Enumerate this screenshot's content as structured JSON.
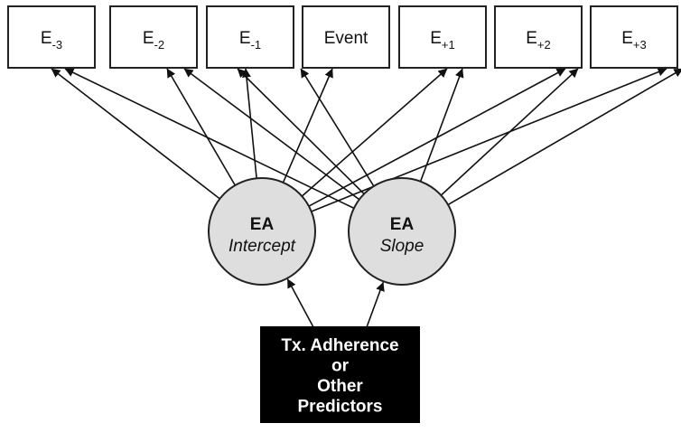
{
  "colors": {
    "line": "#111111",
    "box_fill": "#ffffff",
    "latent_fill": "#dedede",
    "predictor_fill": "#000000",
    "predictor_text": "#ffffff"
  },
  "observed": [
    {
      "id": "e_m3",
      "base": "E",
      "sub": "-3"
    },
    {
      "id": "e_m2",
      "base": "E",
      "sub": "-2"
    },
    {
      "id": "e_m1",
      "base": "E",
      "sub": "-1"
    },
    {
      "id": "event",
      "base": "Event",
      "sub": ""
    },
    {
      "id": "e_p1",
      "base": "E",
      "sub": "+1"
    },
    {
      "id": "e_p2",
      "base": "E",
      "sub": "+2"
    },
    {
      "id": "e_p3",
      "base": "E",
      "sub": "+3"
    }
  ],
  "latent": {
    "intercept": {
      "name": "EA",
      "sub": "Intercept"
    },
    "slope": {
      "name": "EA",
      "sub": "Slope"
    }
  },
  "predictor": {
    "lines": [
      "Tx. Adherence",
      "or",
      "Other",
      "Predictors"
    ]
  },
  "edges": [
    {
      "from": "intercept",
      "to": "e_m3"
    },
    {
      "from": "intercept",
      "to": "e_m2"
    },
    {
      "from": "intercept",
      "to": "e_m1"
    },
    {
      "from": "intercept",
      "to": "event"
    },
    {
      "from": "intercept",
      "to": "e_p1"
    },
    {
      "from": "intercept",
      "to": "e_p2"
    },
    {
      "from": "intercept",
      "to": "e_p3"
    },
    {
      "from": "slope",
      "to": "e_m3"
    },
    {
      "from": "slope",
      "to": "e_m2"
    },
    {
      "from": "slope",
      "to": "e_m1"
    },
    {
      "from": "slope",
      "to": "event"
    },
    {
      "from": "slope",
      "to": "e_p1"
    },
    {
      "from": "slope",
      "to": "e_p2"
    },
    {
      "from": "slope",
      "to": "e_p3"
    },
    {
      "from": "predictor",
      "to": "intercept"
    },
    {
      "from": "predictor",
      "to": "slope"
    }
  ]
}
